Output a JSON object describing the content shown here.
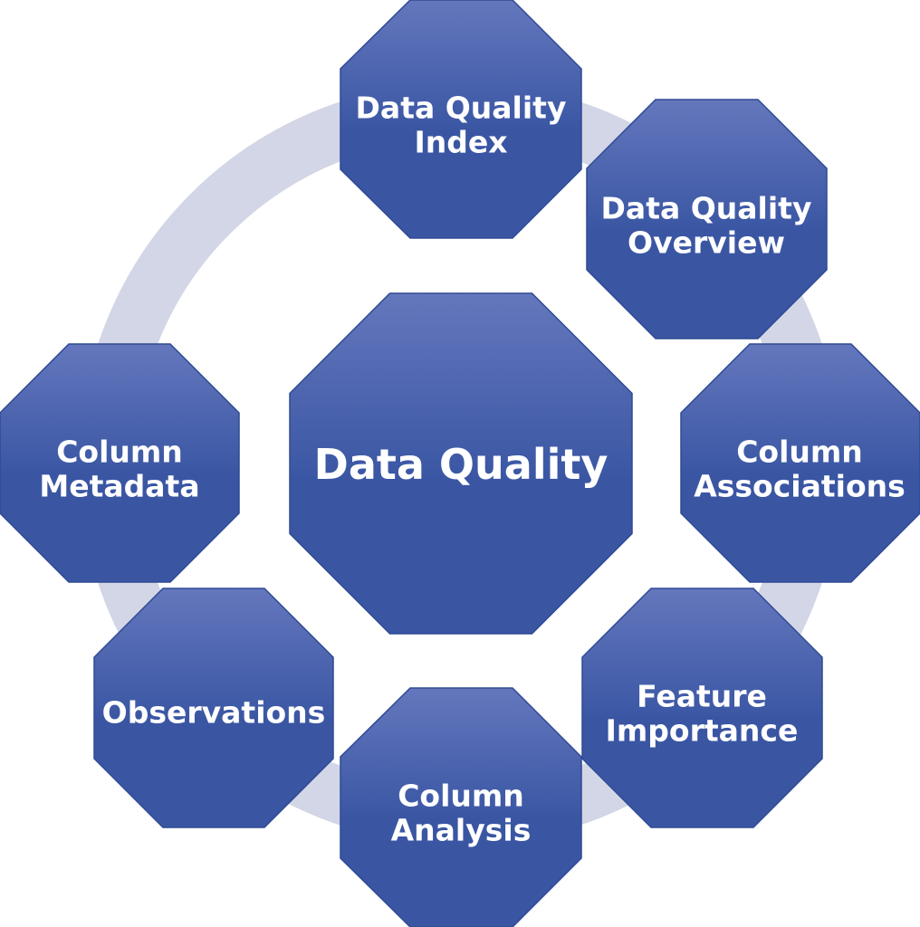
{
  "diagram": {
    "center": {
      "label_lines": [
        "Data Quality"
      ]
    },
    "nodes": [
      {
        "id": "data-quality-index",
        "label_lines": [
          "Data Quality",
          "Index"
        ]
      },
      {
        "id": "data-quality-overview",
        "label_lines": [
          "Data Quality",
          "Overview"
        ]
      },
      {
        "id": "column-associations",
        "label_lines": [
          "Column",
          "Associations"
        ]
      },
      {
        "id": "feature-importance",
        "label_lines": [
          "Feature",
          "Importance"
        ]
      },
      {
        "id": "column-analysis",
        "label_lines": [
          "Column",
          "Analysis"
        ]
      },
      {
        "id": "observations",
        "label_lines": [
          "Observations"
        ]
      },
      {
        "id": "column-metadata",
        "label_lines": [
          "Column",
          "Metadata"
        ]
      }
    ]
  },
  "colors": {
    "octagon_top": "#6477bd",
    "octagon_bottom": "#3a56a3",
    "octagon_border": "#2f4a94",
    "ring": "#d2d6e6",
    "label": "#ffffff"
  }
}
